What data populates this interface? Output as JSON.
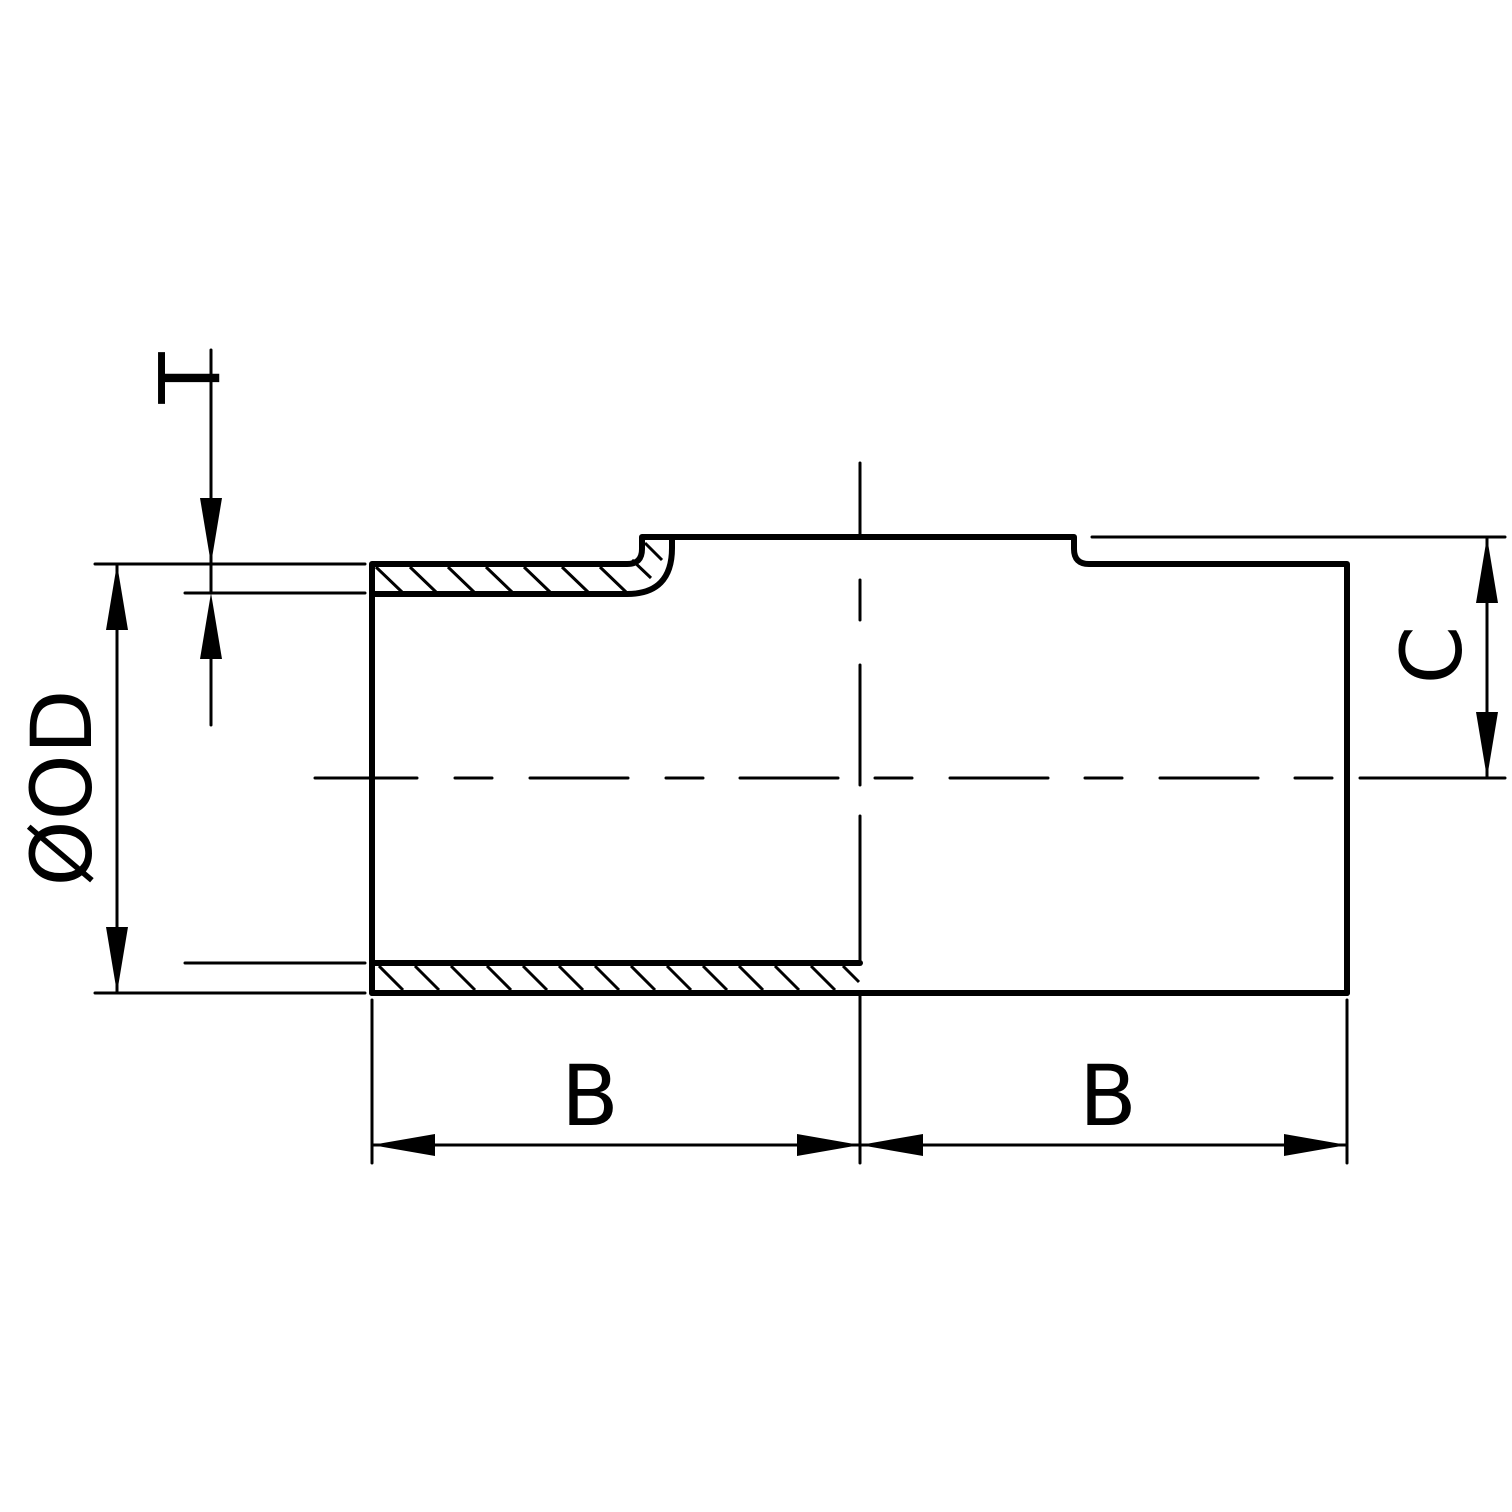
{
  "drawing": {
    "type": "technical drawing",
    "subject": "pipe reducer / expander fitting, half-section view",
    "line_color": "#000000",
    "background": "#ffffff"
  },
  "dimensions": {
    "wall_thickness": {
      "label": "T"
    },
    "outer_diameter": {
      "label": "ØOD"
    },
    "offset": {
      "label": "C"
    },
    "length_left": {
      "label": "B"
    },
    "length_right": {
      "label": "B"
    }
  }
}
